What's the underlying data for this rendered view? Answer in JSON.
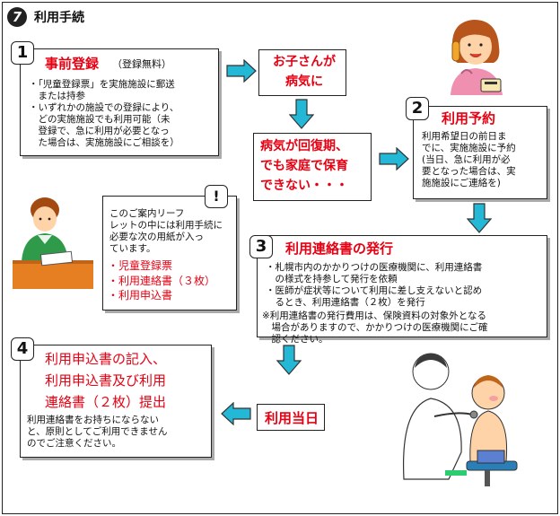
{
  "header": {
    "step_number": "7",
    "title": "利用手続"
  },
  "step1": {
    "num": "1",
    "title": "事前登録",
    "subtitle": "（登録無料）",
    "notes": "・「児童登録票」を実施施設に郵送\n　または持参\n・いずれかの施設での登録により、\n　どの実施施設でも利用可能（未\n　登録で、急に利用が必要となっ\n　た場合は、実施施設にご相談を）"
  },
  "sick": {
    "text": "お子さんが\n病気に"
  },
  "recovery": {
    "text": "病気が回復期、\nでも家庭で保育\nできない・・・"
  },
  "step2": {
    "num": "2",
    "title": "利用予約",
    "notes": "利用希望日の前日ま\nでに、実施施設に予約\n(当日、急に利用が必\n要となった場合は、実\n施施設にご連絡を)"
  },
  "info": {
    "mark": "!",
    "text": "このご案内リーフ\nレットの中には利用手続に\n必要な次の用紙が入っ\nています。",
    "forms": [
      "・児童登録票",
      "・利用連絡書（３枚）",
      "・利用申込書"
    ]
  },
  "step3": {
    "num": "3",
    "title": "利用連絡書の発行",
    "notes": "・札幌市内のかかりつけの医療機関に、利用連絡書\n　の様式を持参して発行を依頼\n・医師が症状等について利用に差し支えないと認め\n　るとき、利用連絡書（２枚）を発行",
    "remark": "※利用連絡書の発行費用は、保険資料の対象外となる\n　場合がありますので、かかりつけの医療機関にご確\n　認ください。"
  },
  "step4": {
    "num": "4",
    "title": "利用申込書の記入、\n利用申込書及び利用\n連絡書（２枚）提出",
    "notes": "利用連絡書をお持ちにならない\nと、原則としてご利用できません\nのでご注意ください。"
  },
  "day": {
    "text": "利用当日"
  },
  "colors": {
    "accent": "#e60012",
    "arrow": "#22b8d6"
  }
}
